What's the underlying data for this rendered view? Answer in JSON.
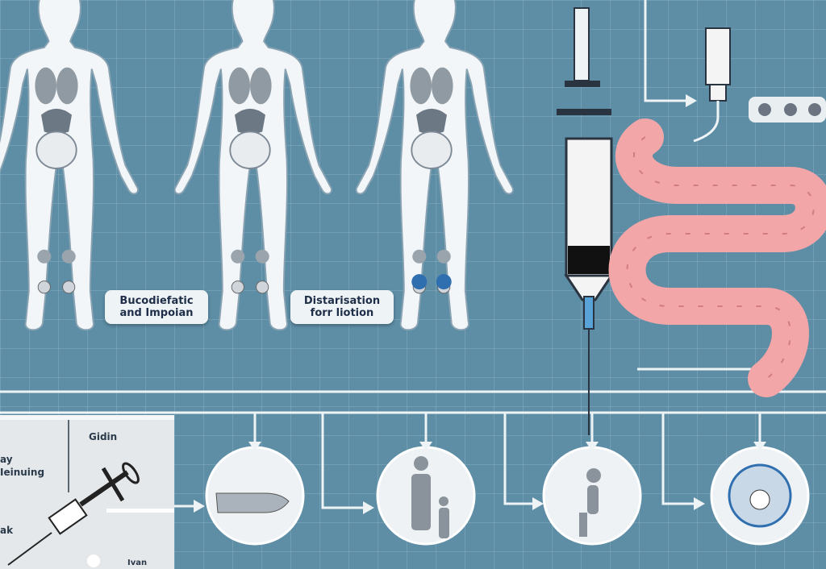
{
  "labels": {
    "left": [
      "Bucodiefatic",
      "and Impoian"
    ],
    "right": [
      "Distarisation",
      "forr liotion"
    ]
  },
  "panel": {
    "top": "Gidin",
    "side1": "ay",
    "side2": "Ieinuing",
    "side3": "ak",
    "bottom": "Ivan"
  },
  "icons": [
    "human-body-figure",
    "syringe",
    "intestine",
    "hand",
    "adult-child",
    "seated-person",
    "cell-dish"
  ],
  "colors": {
    "background": "#5e8ea6",
    "intestine": "#f2a6a8",
    "accent_blue": "#2f6fb0"
  }
}
